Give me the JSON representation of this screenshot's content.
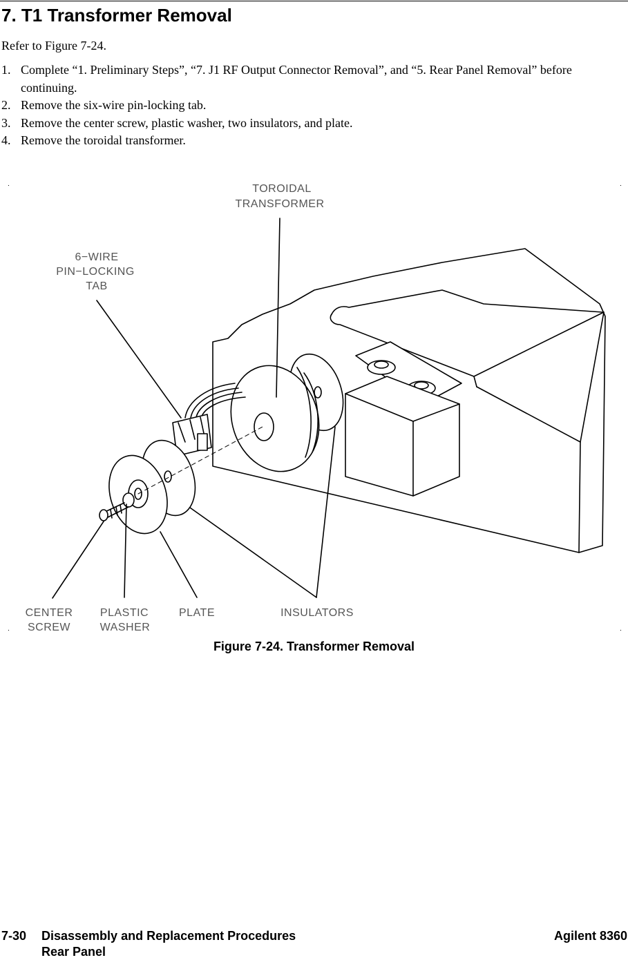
{
  "heading": "7. T1 Transformer Removal",
  "intro": "Refer to Figure 7-24.",
  "steps": [
    {
      "num": "1.",
      "text": "Complete “1. Preliminary Steps”, “7. J1 RF Output Connector Removal”, and “5. Rear Panel Removal” before continuing."
    },
    {
      "num": "2.",
      "text": "Remove the six-wire pin-locking tab."
    },
    {
      "num": "3.",
      "text": "Remove the center screw, plastic washer, two insulators, and plate."
    },
    {
      "num": "4.",
      "text": "Remove the toroidal transformer."
    }
  ],
  "figure": {
    "labels": {
      "toroidal_1": "TOROIDAL",
      "toroidal_2": "TRANSFORMER",
      "wire_1": "6−WIRE",
      "wire_2": "PIN−LOCKING",
      "wire_3": "TAB",
      "center_1": "CENTER",
      "center_2": "SCREW",
      "plastic_1": "PLASTIC",
      "plastic_2": "WASHER",
      "plate": "PLATE",
      "insulators": "INSULATORS"
    },
    "caption": "Figure 7-24. Transformer Removal"
  },
  "footer": {
    "page": "7-30",
    "section": "Disassembly and Replacement Procedures",
    "subsection": "Rear Panel",
    "product": "Agilent 8360"
  }
}
